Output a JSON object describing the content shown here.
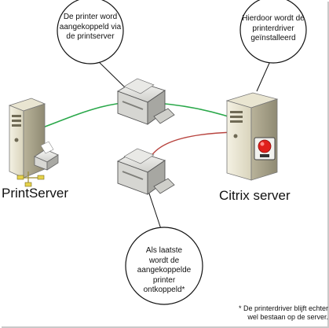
{
  "bubbles": {
    "top_left": {
      "line1": "De printer word",
      "line2": "aangekoppeld via",
      "line3": "de printserver"
    },
    "top_right": {
      "line1": "Hierdoor wordt de",
      "line2": "printerdriver",
      "line3": "geïnstalleerd"
    },
    "bottom": {
      "line1": "Als laatste",
      "line2": "wordt de",
      "line3": "aangekoppelde printer",
      "line4": "ontkoppeld*"
    }
  },
  "nodes": {
    "printserver_label": "PrintServer",
    "citrix_label": "Citrix server"
  },
  "footnote": {
    "line1": "* De printerdriver blijft echter",
    "line2": "wel bestaan op de server."
  },
  "colors": {
    "green_link": "#2aa84a",
    "red_link": "#b8443f",
    "stop_button": "#e0201b"
  }
}
